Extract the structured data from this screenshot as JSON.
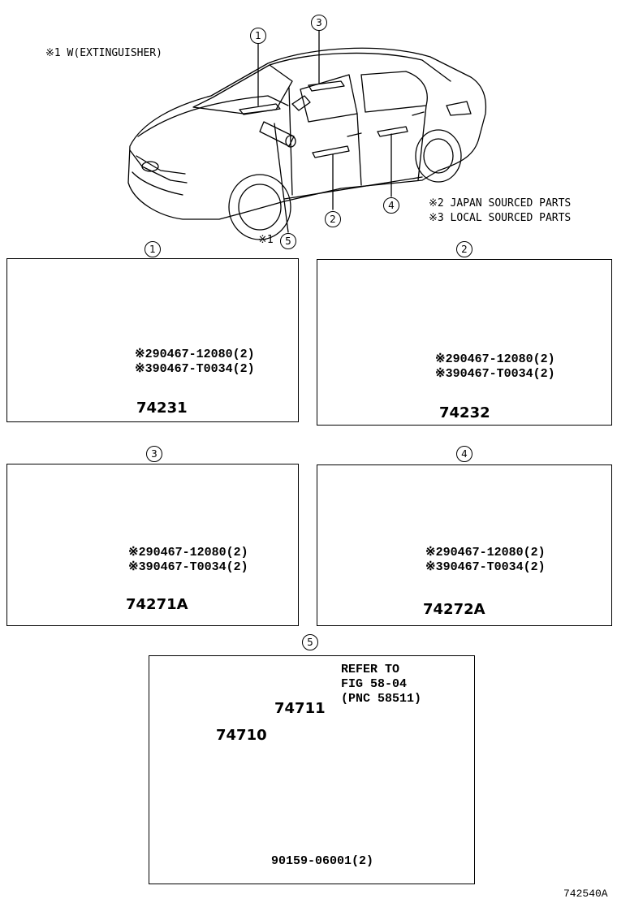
{
  "notes": {
    "n1": "※1 W(EXTINGUISHER)",
    "n2": "※2 JAPAN SOURCED PARTS",
    "n3": "※3 LOCAL SOURCED PARTS"
  },
  "callouts": {
    "c1": "1",
    "c2": "2",
    "c3": "3",
    "c4": "4",
    "c5": "5",
    "c5_prefix": "※1"
  },
  "panels": {
    "p1": {
      "num": "1",
      "part_a": "※290467-12080(2)",
      "part_b": "※390467-T0034(2)",
      "main": "74231"
    },
    "p2": {
      "num": "2",
      "part_a": "※290467-12080(2)",
      "part_b": "※390467-T0034(2)",
      "main": "74232"
    },
    "p3": {
      "num": "3",
      "part_a": "※290467-12080(2)",
      "part_b": "※390467-T0034(2)",
      "main": "74271A"
    },
    "p4": {
      "num": "4",
      "part_a": "※290467-12080(2)",
      "part_b": "※390467-T0034(2)",
      "main": "74272A"
    },
    "p5": {
      "num": "5",
      "refer_1": "REFER TO",
      "refer_2": "FIG 58-04",
      "refer_3": "(PNC 58511)",
      "part_bracket": "74711",
      "part_ext": "74710",
      "part_screw": "90159-06001(2)"
    }
  },
  "figure_id": "742540A"
}
